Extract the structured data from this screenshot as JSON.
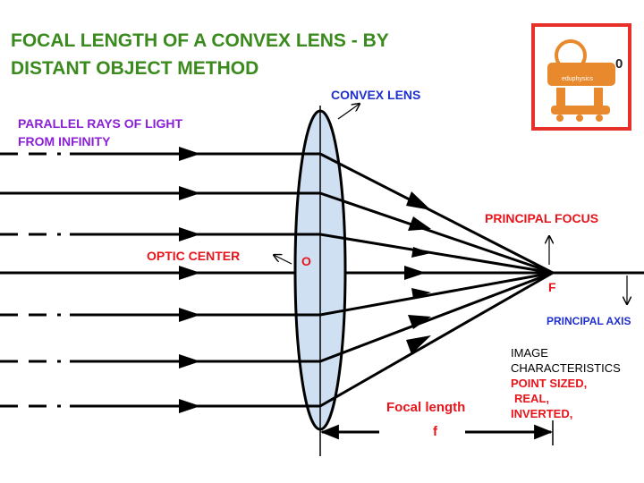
{
  "title": {
    "line1": "FOCAL LENGTH OF A CONVEX LENS - BY",
    "line2": "DISTANT OBJECT METHOD"
  },
  "labels": {
    "convex_lens": "CONVEX LENS",
    "parallel_rays_line1": "PARALLEL RAYS OF LIGHT",
    "parallel_rays_line2": "FROM INFINITY",
    "principal_focus": "PRINCIPAL FOCUS",
    "optic_center": "OPTIC CENTER",
    "optic_center_letter": "O",
    "focus_letter": "F",
    "principal_axis": "PRINCIPAL AXIS",
    "focal_length": "Focal length",
    "focal_length_symbol": "f"
  },
  "image_characteristics": {
    "heading_line1": "IMAGE",
    "heading_line2": "CHARACTERISTICS",
    "items": [
      "POINT SIZED,",
      "REAL,",
      "INVERTED,"
    ]
  },
  "logo": {
    "text": "eduphysics",
    "digit": "0"
  },
  "colors": {
    "title": "#3a8a1e",
    "lens_label": "#1f2fd0",
    "rays_label": "#8a1fd6",
    "red_label": "#e8141b",
    "principal_axis_label": "#1f2fd0",
    "lens_fill": "#cfe0f2",
    "logo_border": "#e8302a",
    "logo_orange": "#e8892e"
  }
}
